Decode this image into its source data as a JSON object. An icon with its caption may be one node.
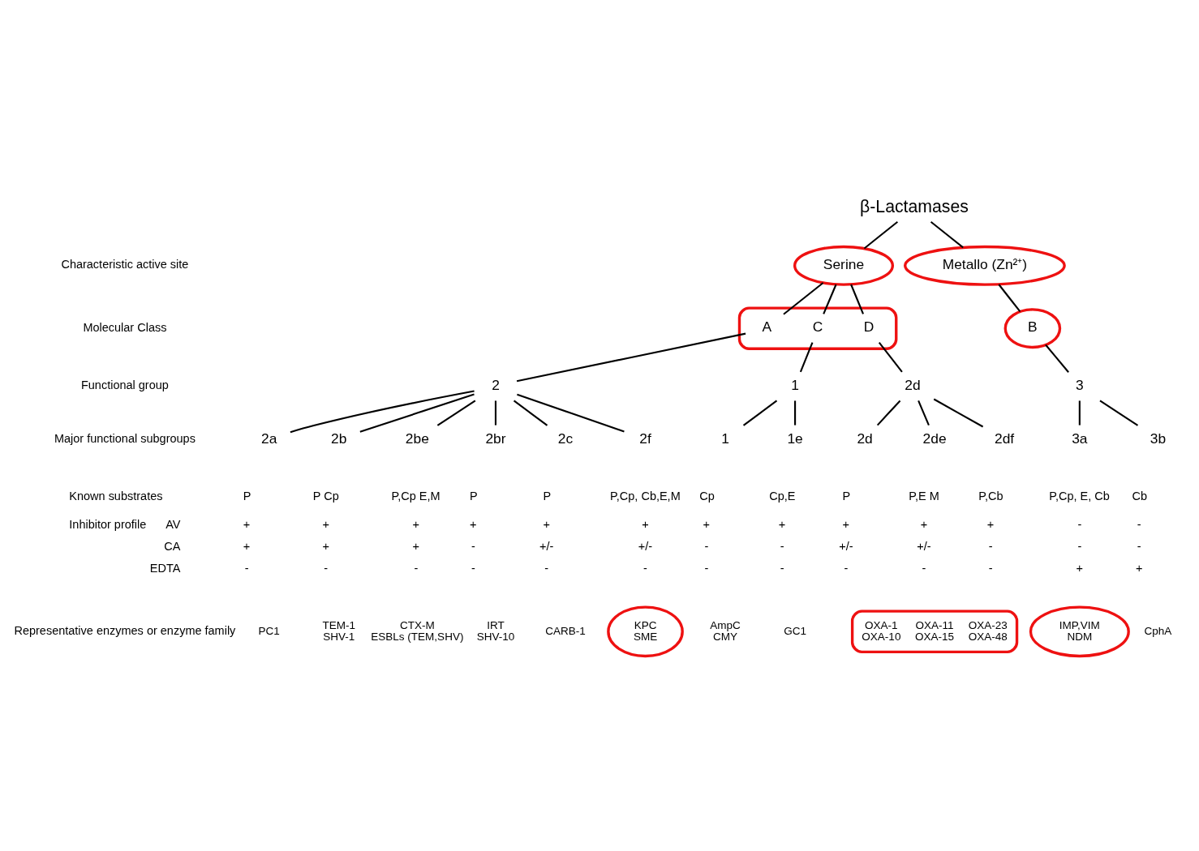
{
  "diagram": {
    "nodes": [
      {
        "text": [
          "β-Lactamases"
        ]
      },
      {
        "text": [
          "Serine"
        ]
      },
      {
        "text": [
          "Metallo (Zn²⁺)"
        ]
      },
      {
        "text": [],
        "shape": "ellipse"
      },
      {
        "text": [
          "A"
        ],
        "in": 3
      },
      {
        "text": [
          "C"
        ],
        "in": 3
      },
      {
        "text": [
          "D"
        ],
        "in": 3
      },
      {
        "text": [
          "B"
        ]
      },
      {
        "text": [
          "2"
        ]
      },
      {
        "text": [
          "1"
        ]
      },
      {
        "text": [
          "2d"
        ]
      },
      {
        "text": [
          "3"
        ]
      },
      {
        "text": [
          "2a"
        ],
        "beside": [
          "P",
          "+",
          "+",
          "-"
        ]
      },
      {
        "text": [
          "2b"
        ],
        "beside": [
          "P Cp",
          "+",
          "+",
          "-"
        ]
      },
      {
        "text": [
          "2be"
        ],
        "beside": [
          "P,Cp E,M",
          "+",
          "+",
          "-"
        ]
      },
      {
        "text": [
          "2br"
        ],
        "beside": [
          "P",
          "+",
          "-",
          "-"
        ]
      },
      {
        "text": [
          "2c"
        ],
        "beside": [
          "P",
          "+",
          "+/-",
          "-"
        ]
      },
      {
        "text": [
          "2f"
        ],
        "beside": [
          "P,Cp, Cb,E,M",
          "+",
          "+/-",
          "-"
        ]
      },
      {
        "text": [
          "1"
        ],
        "beside": [
          "Cp",
          "+",
          "-",
          "-"
        ]
      },
      {
        "text": [
          "1e"
        ],
        "beside": [
          "Cp,E",
          "+",
          "-",
          "-"
        ]
      },
      {
        "text": [
          "2d"
        ],
        "beside": [
          "P",
          "+",
          "+/-",
          "-"
        ]
      },
      {
        "text": [
          "2de"
        ],
        "beside": [
          "P,E M",
          "+",
          "+/-",
          "-"
        ]
      },
      {
        "text": [
          "2df"
        ],
        "beside": [
          "P,Cb",
          "+",
          "-",
          "-"
        ]
      },
      {
        "text": [
          "3a"
        ],
        "beside": [
          "P,Cp, E, Cb",
          "-",
          "-",
          "+"
        ]
      },
      {
        "text": [
          "3b"
        ],
        "beside": [
          "Cb",
          "-",
          "-",
          "+"
        ]
      },
      {
        "text": [
          "PC1"
        ]
      },
      {
        "text": [
          "TEM-1",
          "SHV-1"
        ]
      },
      {
        "text": [
          "CTX-M",
          "ESBLs (TEM,SHV)"
        ]
      },
      {
        "text": [
          "IRT",
          "SHV-10"
        ]
      },
      {
        "text": [
          "CARB-1"
        ]
      },
      {
        "text": [
          "KPC",
          "SME"
        ]
      },
      {
        "text": [
          "AmpC",
          "CMY"
        ]
      },
      {
        "text": [
          "GC1"
        ]
      },
      {
        "text": [],
        "shape": "ellipse"
      },
      {
        "text": [
          "OXA-1",
          "OXA-10"
        ],
        "in": 33
      },
      {
        "text": [
          "OXA-11",
          "OXA-15"
        ],
        "in": 33
      },
      {
        "text": [
          "OXA-23",
          "OXA-48"
        ],
        "in": 33
      },
      {
        "text": [
          "IMP,VIM",
          "NDM"
        ]
      },
      {
        "text": [
          "CphA"
        ]
      }
    ],
    "edges": [
      {
        "from": 0,
        "to": 1,
        "arrow": "none"
      },
      {
        "from": 0,
        "to": 2,
        "arrow": "none"
      },
      {
        "from": 1,
        "to": 4,
        "arrow": "none"
      },
      {
        "from": 1,
        "to": 5,
        "arrow": "none"
      },
      {
        "from": 1,
        "to": 6,
        "arrow": "none"
      },
      {
        "from": 2,
        "to": 7,
        "arrow": "none"
      },
      {
        "from": 4,
        "to": 8,
        "arrow": "none"
      },
      {
        "from": 5,
        "to": 9,
        "arrow": "none"
      },
      {
        "from": 6,
        "to": 10,
        "arrow": "none"
      },
      {
        "from": 7,
        "to": 11,
        "arrow": "none"
      },
      {
        "from": 8,
        "to": 12,
        "arrow": "none"
      },
      {
        "from": 8,
        "to": 13,
        "arrow": "none"
      },
      {
        "from": 8,
        "to": 14,
        "arrow": "none"
      },
      {
        "from": 8,
        "to": 15,
        "arrow": "none"
      },
      {
        "from": 8,
        "to": 16,
        "arrow": "none"
      },
      {
        "from": 8,
        "to": 17,
        "arrow": "none"
      },
      {
        "from": 9,
        "to": 18,
        "arrow": "none"
      },
      {
        "from": 9,
        "to": 19,
        "arrow": "none"
      },
      {
        "from": 10,
        "to": 20,
        "arrow": "none"
      },
      {
        "from": 10,
        "to": 21,
        "arrow": "none"
      },
      {
        "from": 10,
        "to": 22,
        "arrow": "none"
      },
      {
        "from": 11,
        "to": 23,
        "arrow": "none"
      },
      {
        "from": 11,
        "to": 24,
        "arrow": "none"
      }
    ],
    "labels": [
      "Characteristic active site",
      "Molecular Class",
      "Functional group",
      "Major functional subgroups",
      "Known substrates",
      "Inhibitor profile",
      "AV",
      "CA",
      "EDTA",
      "Representative enzymes or enzyme family"
    ]
  }
}
